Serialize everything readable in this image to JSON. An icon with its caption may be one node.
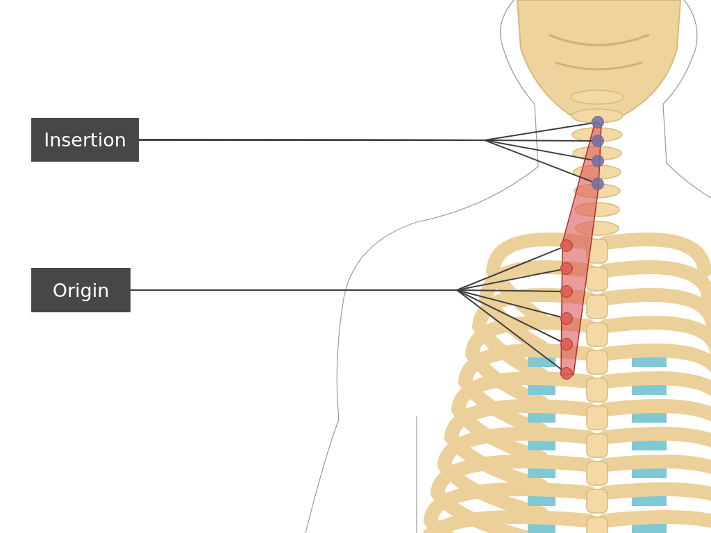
{
  "diagram": {
    "nodes": [
      {
        "text": [
          "Insertion"
        ]
      },
      {
        "text": [
          "Origin"
        ]
      },
      {
        "text": [],
        "shape": "circle"
      },
      {
        "text": [],
        "shape": "circle"
      },
      {
        "text": [],
        "shape": "circle"
      },
      {
        "text": [],
        "shape": "circle"
      },
      {
        "text": [],
        "shape": "circle"
      },
      {
        "text": [],
        "shape": "circle"
      },
      {
        "text": [],
        "shape": "circle"
      },
      {
        "text": [],
        "shape": "circle"
      },
      {
        "text": [],
        "shape": "circle"
      },
      {
        "text": [],
        "shape": "circle"
      }
    ],
    "edges": [
      {
        "from": 0,
        "to": 2,
        "arrow": "none"
      },
      {
        "from": 0,
        "to": 3,
        "arrow": "none"
      },
      {
        "from": 0,
        "to": 4,
        "arrow": "none"
      },
      {
        "from": 0,
        "to": 5,
        "arrow": "none"
      },
      {
        "from": 1,
        "to": 6,
        "arrow": "none"
      },
      {
        "from": 1,
        "to": 7,
        "arrow": "none"
      },
      {
        "from": 1,
        "to": 8,
        "arrow": "none"
      },
      {
        "from": 1,
        "to": 9,
        "arrow": "none"
      },
      {
        "from": 1,
        "to": 10,
        "arrow": "none"
      },
      {
        "from": 1,
        "to": 11,
        "arrow": "none"
      }
    ]
  }
}
